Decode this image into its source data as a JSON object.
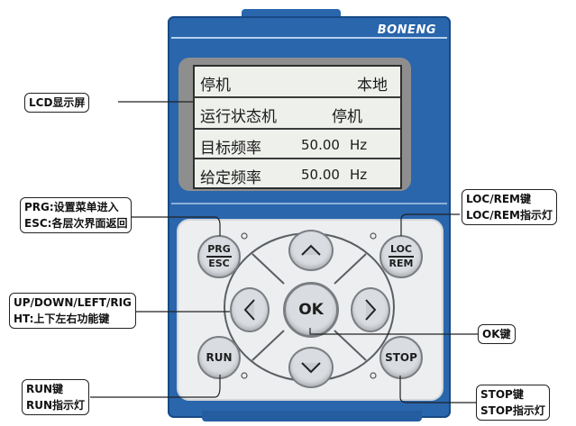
{
  "device": {
    "brand": "BONENG"
  },
  "lcd": {
    "row1": {
      "left": "停机",
      "right": "本地"
    },
    "row2": {
      "label": "运行状态机",
      "value": "停机"
    },
    "row3": {
      "label": "目标频率",
      "value": "50.00",
      "unit": "Hz"
    },
    "row4": {
      "label": "给定频率",
      "value": "50.00",
      "unit": "Hz"
    }
  },
  "buttons": {
    "prg_top": "PRG",
    "prg_bottom": "ESC",
    "loc_top": "LOC",
    "loc_bottom": "REM",
    "ok": "OK",
    "run": "RUN",
    "stop": "STOP"
  },
  "callouts": {
    "lcd": "LCD显示屏",
    "prg_line1": "PRG:设置菜单进入",
    "prg_line2": "ESC:各层次界面返回",
    "locrem_line1": "LOC/REM键",
    "locrem_line2": "LOC/REM指示灯",
    "arrows_line1": "UP/DOWN/LEFT/RIG",
    "arrows_line2": "HT:上下左右功能键",
    "ok": "OK键",
    "run_line1": "RUN键",
    "run_line2": "RUN指示灯",
    "stop_line1": "STOP键",
    "stop_line2": "STOP指示灯"
  },
  "colors": {
    "body": "#2a66ac",
    "screen": "#eef0ec",
    "keypad": "#eceef0",
    "button": "#d9dde1"
  }
}
